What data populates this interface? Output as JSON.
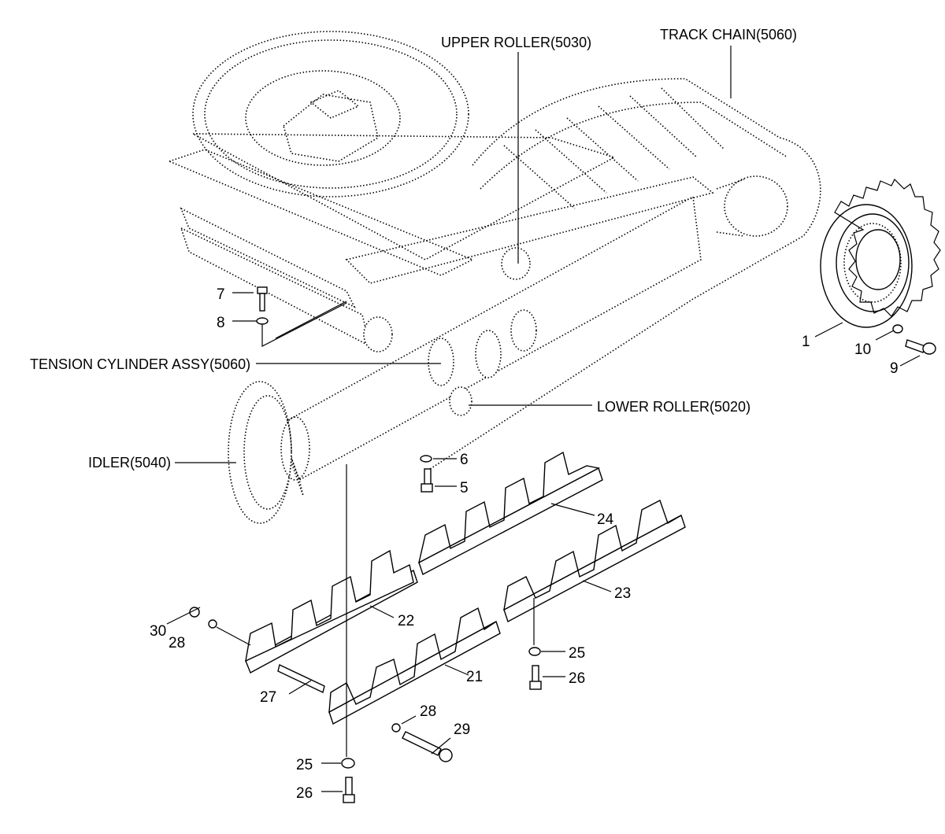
{
  "labels": {
    "upper_roller": "UPPER ROLLER(5030)",
    "track_chain": "TRACK CHAIN(5060)",
    "tension_cylinder": "TENSION CYLINDER ASSY(5060)",
    "lower_roller": "LOWER ROLLER(5020)",
    "idler": "IDLER(5040)"
  },
  "part_numbers": {
    "p1": "1",
    "p5": "5",
    "p6": "6",
    "p7": "7",
    "p8": "8",
    "p9": "9",
    "p10": "10",
    "p21": "21",
    "p22": "22",
    "p23": "23",
    "p24": "24",
    "p25a": "25",
    "p25b": "25",
    "p26a": "26",
    "p26b": "26",
    "p27": "27",
    "p28a": "28",
    "p28b": "28",
    "p29": "29",
    "p30": "30"
  }
}
